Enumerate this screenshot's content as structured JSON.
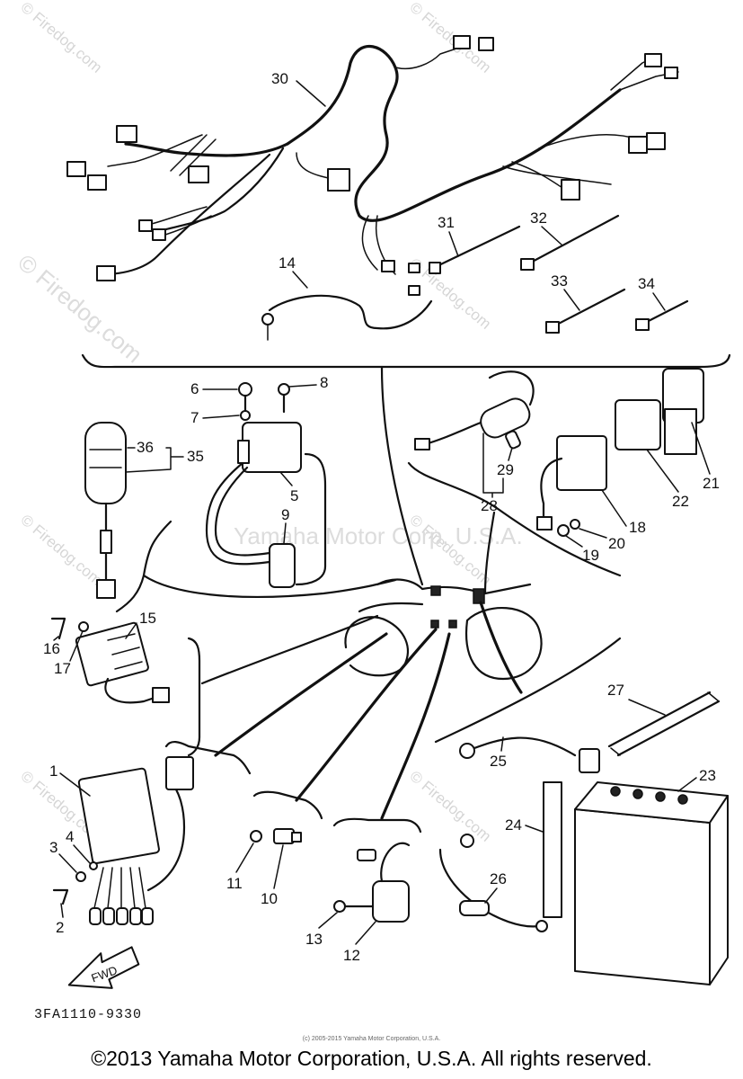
{
  "diagram": {
    "part_code": "3FA1110-9330",
    "small_copyright": "(c) 2005-2015 Yamaha Motor Corporation, U.S.A.",
    "copyright": "©2013 Yamaha Motor Corporation, U.S.A. All rights reserved.",
    "watermarks": {
      "firedog": "© Firedog.com",
      "yamaha": "Yamaha Motor Corp. U.S.A."
    },
    "fwd_label": "FWD",
    "callouts": {
      "c1": "1",
      "c2": "2",
      "c3": "3",
      "c4": "4",
      "c5": "5",
      "c6": "6",
      "c7": "7",
      "c8": "8",
      "c9": "9",
      "c10": "10",
      "c11": "11",
      "c12": "12",
      "c13": "13",
      "c14": "14",
      "c15": "15",
      "c16": "16",
      "c17": "17",
      "c18": "18",
      "c19": "19",
      "c20": "20",
      "c21": "21",
      "c22": "22",
      "c23": "23",
      "c24": "24",
      "c25": "25",
      "c26": "26",
      "c27": "27",
      "c28": "28",
      "c29": "29",
      "c30": "30",
      "c31": "31",
      "c32": "32",
      "c33": "33",
      "c34": "34",
      "c35": "35",
      "c36": "36"
    }
  }
}
